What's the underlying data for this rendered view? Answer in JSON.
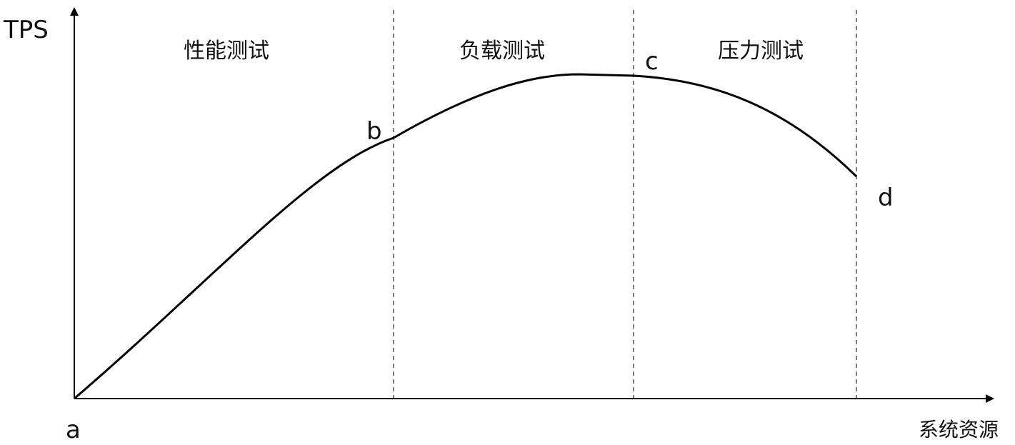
{
  "axes": {
    "y_label": "TPS",
    "x_label": "系统资源"
  },
  "zones": [
    {
      "label": "性能测试"
    },
    {
      "label": "负载测试"
    },
    {
      "label": "压力测试"
    }
  ],
  "points": {
    "a": "a",
    "b": "b",
    "c": "c",
    "d": "d"
  },
  "colors": {
    "line": "#000000",
    "divider": "#555555"
  }
}
